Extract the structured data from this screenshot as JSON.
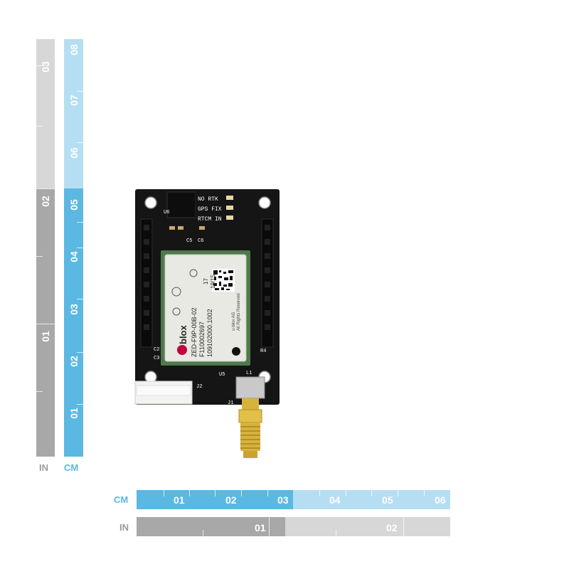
{
  "colors": {
    "cm_dark": "#5bb8e2",
    "cm_light": "#b5def2",
    "in_dark": "#a8a8a8",
    "in_light": "#d7d7d7",
    "unit_cm": "#5bb8e2",
    "unit_in": "#9a9a9a"
  },
  "vertical_ruler": {
    "in_unit": "IN",
    "cm_unit": "CM",
    "in_ticks": [
      "03",
      "02",
      "01"
    ],
    "cm_ticks": [
      "08",
      "07",
      "06",
      "05",
      "04",
      "03",
      "02",
      "01"
    ]
  },
  "horizontal_ruler": {
    "cm_unit": "CM",
    "in_unit": "IN",
    "cm_ticks": [
      "01",
      "02",
      "03",
      "04",
      "05",
      "06"
    ],
    "in_ticks": [
      "01",
      "02"
    ]
  },
  "board": {
    "module_brand": "blox",
    "module_part": "ZED-F9P-00B-02",
    "module_serial": "F110002697",
    "module_fw": "109102000.1002",
    "module_date_a": "17",
    "module_date_b": "19/15",
    "module_maker": "u-blox AG",
    "module_rights": "All Rights Reserved",
    "led_labels": [
      "NO RTK",
      "GPS FIX",
      "RTCM IN"
    ],
    "designators": [
      "U6",
      "C5",
      "C6",
      "C3",
      "C2",
      "U5",
      "J2",
      "J1",
      "L1",
      "R4"
    ]
  }
}
